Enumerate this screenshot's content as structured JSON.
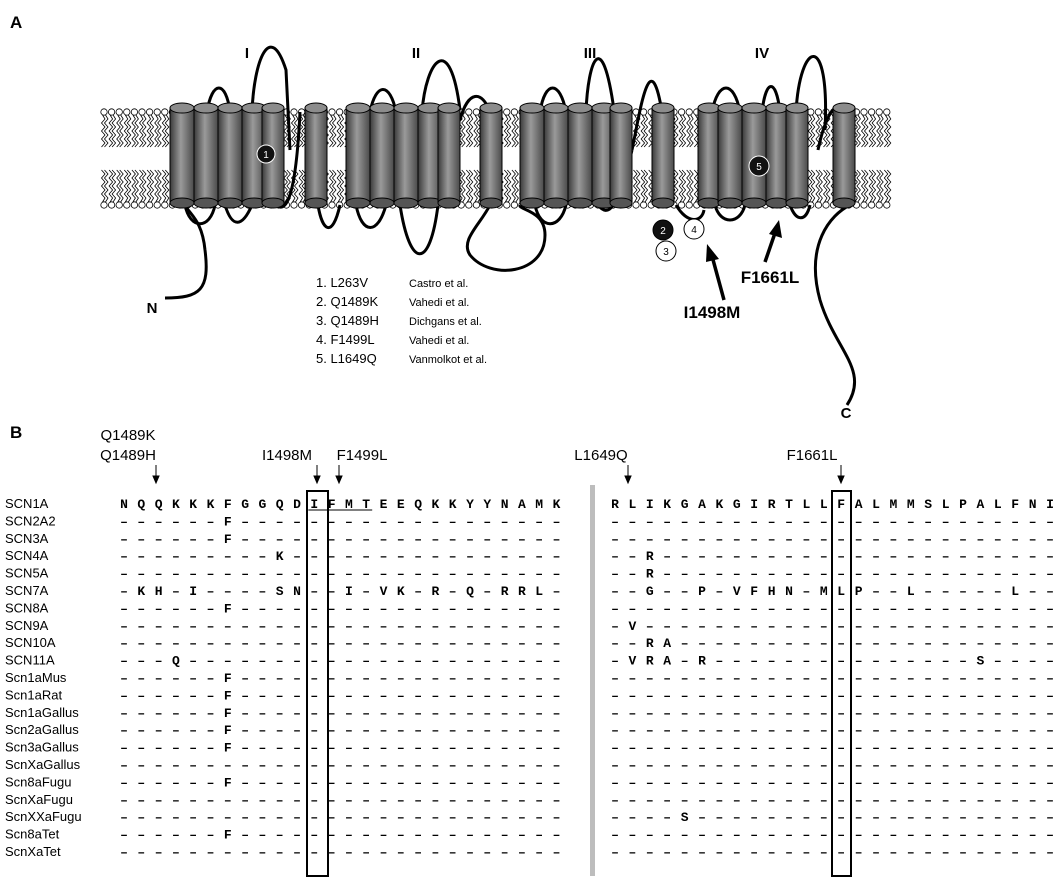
{
  "panel_a": {
    "label": "A",
    "domains": [
      "I",
      "II",
      "III",
      "IV"
    ],
    "n_terminus": "N",
    "c_terminus": "C",
    "mutation_labels": [
      "I1498M",
      "F1661L"
    ],
    "markers": [
      "1",
      "2",
      "3",
      "4",
      "5"
    ],
    "mutations": [
      {
        "index": "1.",
        "name": "L263V",
        "ref": "Castro et al."
      },
      {
        "index": "2.",
        "name": "Q1489K",
        "ref": "Vahedi et al."
      },
      {
        "index": "3.",
        "name": "Q1489H",
        "ref": "Dichgans et al."
      },
      {
        "index": "4.",
        "name": "F1499L",
        "ref": "Vahedi et al."
      },
      {
        "index": "5.",
        "name": "L1649Q",
        "ref": "Vanmolkot et al."
      }
    ]
  },
  "panel_b": {
    "label": "B",
    "arrow_labels": {
      "q1489k": "Q1489K",
      "q1489h": "Q1489H",
      "i1498m": "I1498M",
      "f1499l": "F1499L",
      "l1649q": "L1649Q",
      "f1661l": "F1661L"
    },
    "species": [
      "SCN1A",
      "SCN2A2",
      "SCN3A",
      "SCN4A",
      "SCN5A",
      "SCN7A",
      "SCN8A",
      "SCN9A",
      "SCN10A",
      "SCN11A",
      "Scn1aMus",
      "Scn1aRat",
      "Scn1aGallus",
      "Scn2aGallus",
      "Scn3aGallus",
      "ScnXaGallus",
      "Scn8aFugu",
      "ScnXaFugu",
      "ScnXXaFugu",
      "Scn8aTet",
      "ScnXaTet"
    ],
    "left_rows": [
      "NQQKKKFGGQDIFMTEEQKKYYNAMK",
      "------F-------------------",
      "------F-------------------",
      "---------K----------------",
      "--------------------------",
      "-KH-I----SN--I-VK-R-Q-RRL-",
      "------F-------------------",
      "--------------------------",
      "--------------------------",
      "---Q----------------------",
      "------F-------------------",
      "------F-------------------",
      "------F-------------------",
      "------F-------------------",
      "------F-------------------",
      "--------------------------",
      "------F-------------------",
      "--------------------------",
      "--------------------------",
      "------F-------------------",
      "--------------------------"
    ],
    "right_rows": [
      "RLIKGAKGIRTLLFALMMSLPALFNI",
      "--------------------------",
      "--------------------------",
      "--R-----------------------",
      "--R-----------------------",
      "--G--P-VFHN-MLP--L-----L--",
      "--------------------------",
      "-V------------------------",
      "--RA----------------------",
      "-VRA-R---------------S----",
      "--------------------------",
      "--------------------------",
      "--------------------------",
      "--------------------------",
      "--------------------------",
      "--------------------------",
      "--------------------------",
      "--------------------------",
      "----S---------------------",
      "--------------------------",
      "--------------------------"
    ]
  }
}
